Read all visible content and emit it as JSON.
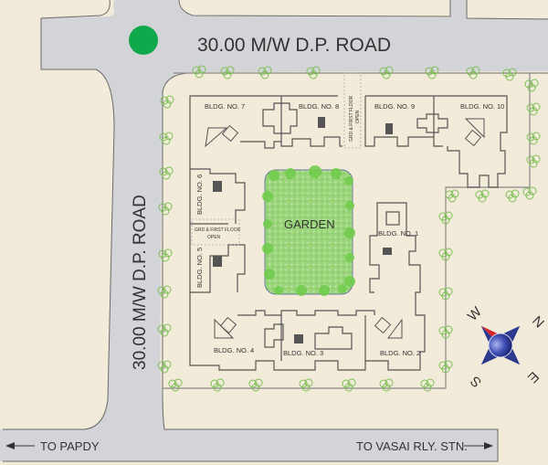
{
  "colors": {
    "background": "#f2ebda",
    "road": "#d3d4d7",
    "road_edge": "#6a6a6a",
    "garden": "#8fcf6e",
    "garden_dark": "#5cbf3f",
    "tree": "#7dbf55",
    "landmark": "#0fa84a",
    "compass_blue": "#2b3a8f",
    "compass_red": "#d9262b"
  },
  "roads": {
    "top": "30.00 M/W D.P. ROAD",
    "left": "30.00 M/W  D.P. ROAD",
    "bottom_left": "TO PAPDY",
    "bottom_right": "TO VASAI RLY. STN."
  },
  "buildings": {
    "b1": "BLDG. NO. 1",
    "b2": "BLDG. NO. 2",
    "b3": "BLDG. NO. 3",
    "b4": "BLDG. NO. 4",
    "b5": "BLDG. NO. 5",
    "b6": "BLDG. NO. 6",
    "b7": "BLDG. NO. 7",
    "b8": "BLDG. NO. 8",
    "b9": "BLDG. NO. 9",
    "b10": "BLDG. NO. 10"
  },
  "open_areas": {
    "left_line1": "GRD & FIRST FLOOR",
    "left_line2": "OPEN",
    "top_line1": "GRD & FIRST FLOOR",
    "top_line2": "OPEN"
  },
  "garden": {
    "label": "GARDEN"
  },
  "compass": {
    "n": "N",
    "s": "S",
    "e": "E",
    "w": "W"
  }
}
